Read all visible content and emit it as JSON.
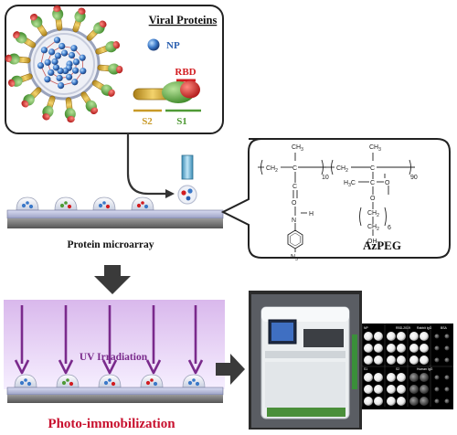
{
  "viral_proteins": {
    "title": "Viral Proteins",
    "np": "NP",
    "rbd": "RBD",
    "s2": "S2",
    "s1": "S1"
  },
  "array": {
    "label": "Protein microarray"
  },
  "azpeg": {
    "label": "AzPEG",
    "atoms": {
      "ch2": "CH",
      "sub2": "2",
      "ch3": "CH",
      "sub3": "3",
      "h3c": "H",
      "sub3b": "3",
      "c": "C",
      "n": "N",
      "h": "H",
      "o": "O",
      "oh": "OH",
      "n3": "N",
      "n3sub": "3",
      "sub10": "10",
      "sub90": "90",
      "sub6": "6"
    }
  },
  "irradiation": {
    "label": "UV Irradiation",
    "caption": "Photo-immobilization"
  },
  "scanner_panel": {
    "labels": [
      "NP",
      "RBD-2019",
      "Rabbit IgG",
      "BSA",
      "S1",
      "S2",
      "Human IgG"
    ]
  },
  "colors": {
    "rbd_red": "#d21c20",
    "s2_gold": "#c89a28",
    "s1_green": "#4f9a35",
    "uv_purple": "#7a2a8c",
    "caption_red": "#c8102e"
  }
}
